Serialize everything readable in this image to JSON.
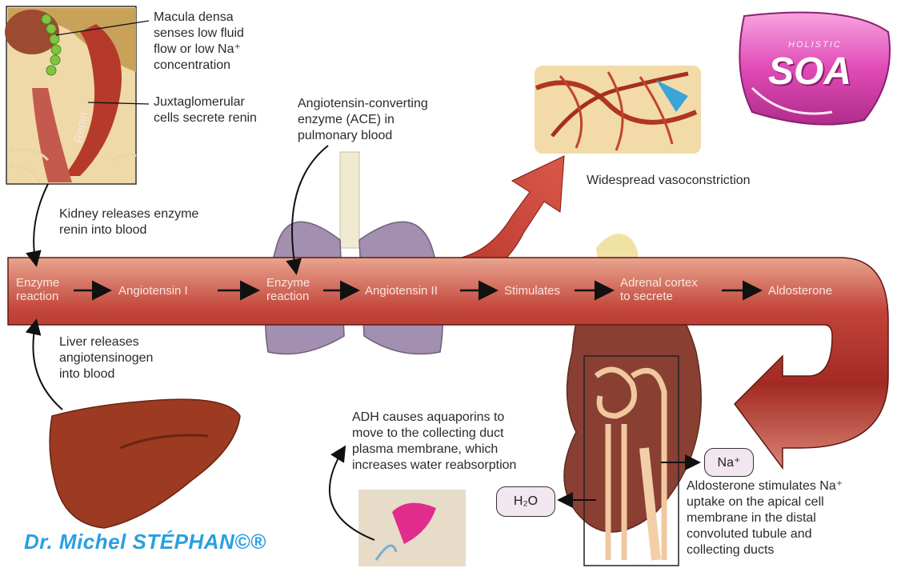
{
  "labels": {
    "macula": "Macula densa\nsenses low fluid\nflow or low Na⁺\nconcentration",
    "juxta": "Juxtaglomerular\ncells secrete renin",
    "ace": "Angiotensin-converting\nenzyme (ACE) in\npulmonary blood",
    "vaso": "Widespread vasoconstriction",
    "kidney_release": "Kidney releases enzyme\nrenin into blood",
    "liver_release": "Liver releases\nangiotensinogen\ninto blood",
    "adh": "ADH causes aquaporins to\nmove to the collecting duct\nplasma membrane, which\nincreases water reabsorption",
    "aldo_effect": "Aldosterone stimulates Na⁺\nuptake on the apical cell\nmembrane in the distal\nconvoluted tubule and\ncollecting ducts",
    "renin_tag": "Renin"
  },
  "flow_steps": {
    "enzyme1": "Enzyme\nreaction",
    "ang1": "Angiotensin I",
    "enzyme2": "Enzyme\nreaction",
    "ang2": "Angiotensin II",
    "stim": "Stimulates",
    "adrenal": "Adrenal cortex\nto secrete",
    "aldo": "Aldosterone"
  },
  "ions": {
    "na": "Na⁺",
    "h2o": "H₂O"
  },
  "logo": {
    "small_text": "HOLISTIC",
    "big_text": "SOA"
  },
  "signature": "Dr. Michel STÉPHAN©®",
  "colors": {
    "vessel": "#b8372b",
    "vessel_dark": "#8a1f18",
    "vessel_light": "#e8a48f",
    "lung": "#a38fb0",
    "liver": "#9c3a22",
    "kidney": "#8a3f33",
    "logo": "#e04bb6"
  }
}
